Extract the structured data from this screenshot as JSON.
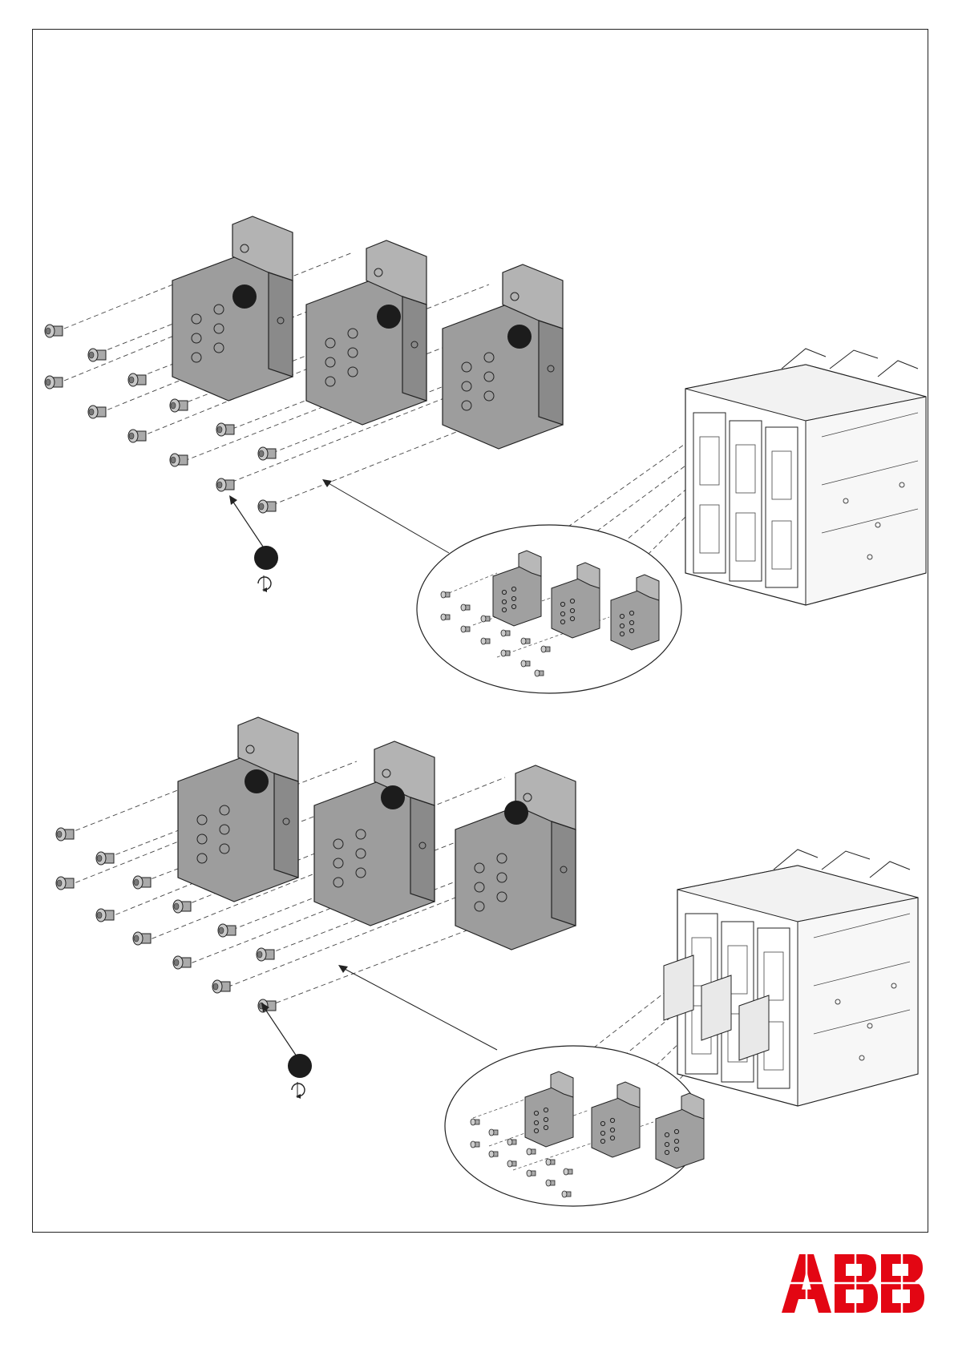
{
  "colors": {
    "frame": "#222222",
    "bracket_fill": "#9a9a9a",
    "bracket_shade": "#b5b5b5",
    "callout_dot": "#1c1c1c",
    "brand_red": "#e30613"
  },
  "brand": {
    "logo_text": "ABB"
  },
  "diagram": {
    "panels": [
      {
        "name": "top-assembly",
        "brackets": 3,
        "screws": 12,
        "callouts": 4
      },
      {
        "name": "bottom-assembly",
        "brackets": 3,
        "screws": 12,
        "callouts": 4
      }
    ],
    "icons": [
      "rotate-tighten-icon",
      "screw-icon",
      "bracket-icon",
      "breaker-icon",
      "callout-marker-icon"
    ]
  }
}
